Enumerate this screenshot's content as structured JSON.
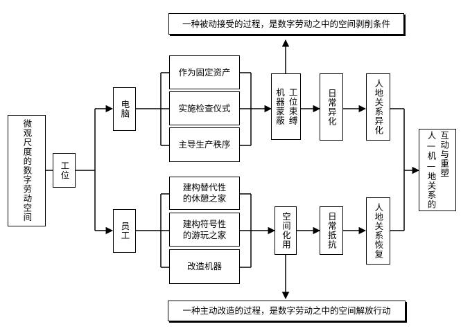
{
  "nodes": {
    "micro_space": "微观尺度的数字劳动空间",
    "workplace": "工位",
    "computer": "电脑",
    "employee": "员工",
    "fixed_asset": "作为固定资产",
    "inspection_instrument": "实施检查仪式",
    "production_order": "主导生产秩序",
    "alt_rest_home": "建构替代性的休憩之家",
    "symbolic_play_home": "建构符号性的游玩之家",
    "modify_machine": "改造机器",
    "machine_mask": {
      "col1": "工位束缚",
      "col2": "机器蒙蔽"
    },
    "space_use": "空间化用",
    "daily_alienation": "日常异化",
    "daily_resistance": "日常抵抗",
    "alienation": "人地关系异化",
    "restoration": "人地关系恢复",
    "interaction": {
      "col1": "互动与重塑",
      "col2": "人—机—地关系的"
    },
    "top_caption": "一种被动接受的过程，是数字劳动之中的空间剥削条件",
    "bottom_caption": "一种主动改造的过程，是数字劳动之中的空间解放行动"
  }
}
